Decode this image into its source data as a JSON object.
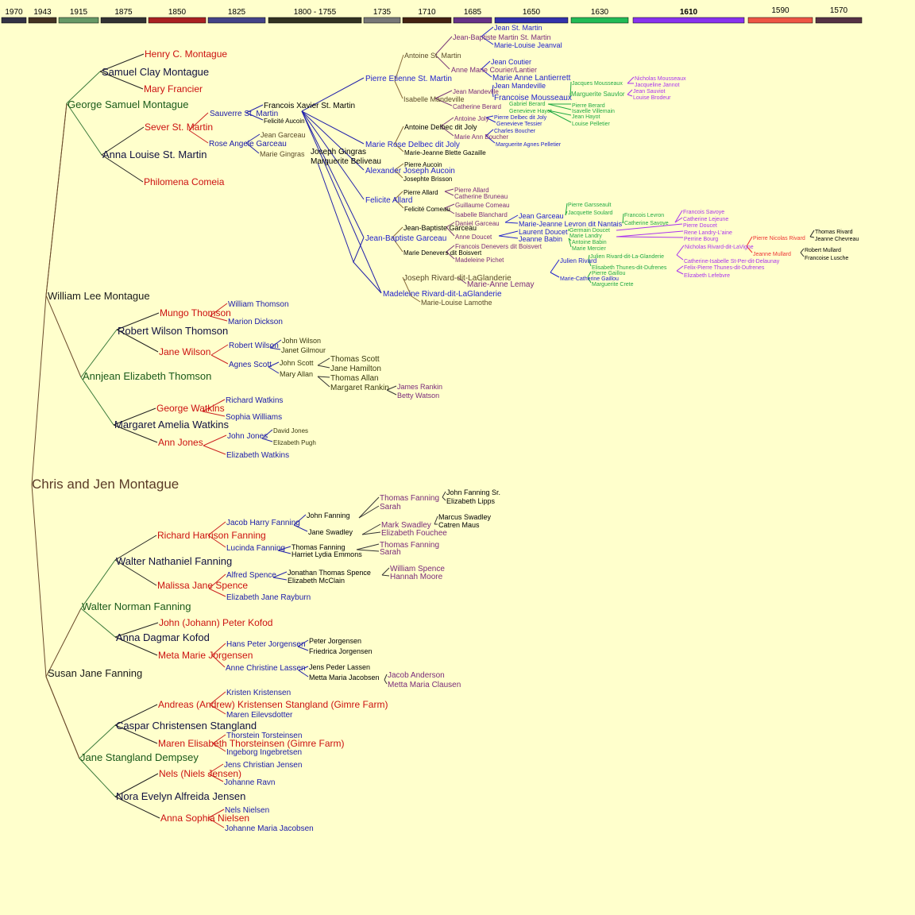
{
  "timeline": [
    {
      "label": "1970",
      "color": "#333344"
    },
    {
      "label": "1943",
      "color": "#443322"
    },
    {
      "label": "1915",
      "color": "#669966"
    },
    {
      "label": "1875",
      "color": "#333333"
    },
    {
      "label": "1850",
      "color": "#aa2222"
    },
    {
      "label": "1825",
      "color": "#444488"
    },
    {
      "label": "1800 - 1755",
      "color": "#333322"
    },
    {
      "label": "1735",
      "color": "#777777"
    },
    {
      "label": "1710",
      "color": "#442211"
    },
    {
      "label": "1685",
      "color": "#663388"
    },
    {
      "label": "1650",
      "color": "#3333aa"
    },
    {
      "label": "1630",
      "color": "#22bb55"
    },
    {
      "label": "1610",
      "color": "#8833ee"
    },
    {
      "label": "1590",
      "color": "#ee5544"
    },
    {
      "label": "1570",
      "color": "#553344"
    }
  ],
  "gen_colors": {
    "g0": "#5a3a28",
    "g1": "#1a1a1a",
    "g2": "#1a5a1a",
    "g3": "#101040",
    "g4": "#cc1111",
    "g5": "#1a1aaa",
    "g6": "#3a3a10",
    "g7": "#5a4a28",
    "g8": "#7a2a7a",
    "g9": "#2222cc",
    "g10": "#22aa44",
    "g11": "#aa33ee",
    "g12": "#ee3333",
    "g13": "#000000"
  },
  "people": [
    {
      "id": "chris",
      "name": "Chris and Jen Montague",
      "g": "g0"
    },
    {
      "id": "wlm",
      "name": "William Lee Montague",
      "g": "g1"
    },
    {
      "id": "sjf",
      "name": "Susan Jane Fanning",
      "g": "g1"
    },
    {
      "id": "gsm",
      "name": "George Samuel Montague",
      "g": "g2"
    },
    {
      "id": "aet",
      "name": "Annjean Elizabeth Thomson",
      "g": "g2"
    },
    {
      "id": "wnf",
      "name": "Walter Norman Fanning",
      "g": "g2"
    },
    {
      "id": "jsd",
      "name": "Jane Stangland Dempsey",
      "g": "g2"
    },
    {
      "id": "scm",
      "name": "Samuel Clay Montague",
      "g": "g3"
    },
    {
      "id": "alsm",
      "name": "Anna Louise St. Martin",
      "g": "g3"
    },
    {
      "id": "rwt",
      "name": "Robert Wilson Thomson",
      "g": "g3"
    },
    {
      "id": "maw",
      "name": "Margaret Amelia Watkins",
      "g": "g3"
    },
    {
      "id": "wnaf",
      "name": "Walter Nathaniel Fanning",
      "g": "g3"
    },
    {
      "id": "adk",
      "name": "Anna Dagmar Kofod",
      "g": "g3"
    },
    {
      "id": "ccs",
      "name": "Caspar Christensen Stangland",
      "g": "g3"
    },
    {
      "id": "nefj",
      "name": "Nora Evelyn Alfreida Jensen",
      "g": "g3"
    },
    {
      "id": "hcm",
      "name": "Henry C. Montague",
      "g": "g4"
    },
    {
      "id": "mf",
      "name": "Mary Francier",
      "g": "g4"
    },
    {
      "id": "ssm",
      "name": "Sever St. Martin",
      "g": "g4"
    },
    {
      "id": "pc",
      "name": "Philomena Comeia",
      "g": "g4"
    },
    {
      "id": "mt",
      "name": "Mungo Thomson",
      "g": "g4"
    },
    {
      "id": "jw",
      "name": "Jane Wilson",
      "g": "g4"
    },
    {
      "id": "gw",
      "name": "George Watkins",
      "g": "g4"
    },
    {
      "id": "aj",
      "name": "Ann Jones",
      "g": "g4"
    },
    {
      "id": "rhf",
      "name": "Richard Harrison Fanning",
      "g": "g4"
    },
    {
      "id": "mjs",
      "name": "Malissa Jane Spence",
      "g": "g4"
    },
    {
      "id": "jpk",
      "name": "John (Johann) Peter Kofod",
      "g": "g4"
    },
    {
      "id": "mmj",
      "name": "Meta Marie Jorgensen",
      "g": "g4"
    },
    {
      "id": "aks",
      "name": "Andreas (Andrew) Kristensen Stangland (Gimre Farm)",
      "g": "g4"
    },
    {
      "id": "met",
      "name": "Maren Elisabeth Thorsteinsen (Gimre Farm)",
      "g": "g4"
    },
    {
      "id": "nj",
      "name": "Nels (Niels Jensen)",
      "g": "g4"
    },
    {
      "id": "asn",
      "name": "Anna Sophia Nielsen",
      "g": "g4"
    },
    {
      "id": "ssmart",
      "name": "Sauverre St. Martin",
      "g": "g5"
    },
    {
      "id": "rag",
      "name": "Rose Angele Garceau",
      "g": "g5"
    },
    {
      "id": "wt",
      "name": "William Thomson",
      "g": "g5"
    },
    {
      "id": "md",
      "name": "Marion Dickson",
      "g": "g5"
    },
    {
      "id": "rw",
      "name": "Robert Wilson",
      "g": "g5"
    },
    {
      "id": "as",
      "name": "Agnes Scott",
      "g": "g5"
    },
    {
      "id": "rwat",
      "name": "Richard Watkins",
      "g": "g5"
    },
    {
      "id": "sw",
      "name": "Sophia Williams",
      "g": "g5"
    },
    {
      "id": "jj",
      "name": "John Jones",
      "g": "g5"
    },
    {
      "id": "ew",
      "name": "Elizabeth Watkins",
      "g": "g5"
    },
    {
      "id": "jhf",
      "name": "Jacob Harry Fanning",
      "g": "g5"
    },
    {
      "id": "lf",
      "name": "Lucinda Fanning",
      "g": "g5"
    },
    {
      "id": "asp",
      "name": "Alfred Spence",
      "g": "g5"
    },
    {
      "id": "ejr",
      "name": "Elizabeth Jane Rayburn",
      "g": "g5"
    },
    {
      "id": "hpj",
      "name": "Hans Peter Jorgensen",
      "g": "g5"
    },
    {
      "id": "acl",
      "name": "Anne Christine Lassen",
      "g": "g5"
    },
    {
      "id": "kk",
      "name": "Kristen Kristensen",
      "g": "g5"
    },
    {
      "id": "me",
      "name": "Maren Eilevsdotter",
      "g": "g5"
    },
    {
      "id": "tt",
      "name": "Thorstein Torsteinsen",
      "g": "g5"
    },
    {
      "id": "ii",
      "name": "Ingeborg Ingebretsen",
      "g": "g5"
    },
    {
      "id": "jcj",
      "name": "Jens Christian Jensen",
      "g": "g5"
    },
    {
      "id": "jr",
      "name": "Johanne Ravn",
      "g": "g5"
    },
    {
      "id": "nn",
      "name": "Nels Nielsen",
      "g": "g5"
    },
    {
      "id": "jmj",
      "name": "Johanne Maria Jacobsen",
      "g": "g5"
    },
    {
      "id": "fxsm",
      "name": "Francois Xavier St. Martin",
      "g": "g13"
    },
    {
      "id": "fa",
      "name": "Felicité Aucoin",
      "g": "g13"
    },
    {
      "id": "jg",
      "name": "Jean Garceau",
      "g": "g7"
    },
    {
      "id": "mg",
      "name": "Marie Gingras",
      "g": "g7"
    },
    {
      "id": "jwil",
      "name": "John Wilson",
      "g": "g6"
    },
    {
      "id": "jgil",
      "name": "Janet Gilmour",
      "g": "g6"
    },
    {
      "id": "js",
      "name": "John Scott",
      "g": "g6"
    },
    {
      "id": "ma",
      "name": "Mary Allan",
      "g": "g6"
    },
    {
      "id": "dj",
      "name": "David Jones",
      "g": "g6"
    },
    {
      "id": "ep",
      "name": "Elizabeth Pugh",
      "g": "g6"
    },
    {
      "id": "jfan",
      "name": "John Fanning",
      "g": "g13"
    },
    {
      "id": "jswad",
      "name": "Jane Swadley",
      "g": "g13"
    },
    {
      "id": "tfan",
      "name": "Thomas Fanning",
      "g": "g13"
    },
    {
      "id": "hle",
      "name": "Harriet Lydia Emmons",
      "g": "g13"
    },
    {
      "id": "jts",
      "name": "Jonathan Thomas Spence",
      "g": "g13"
    },
    {
      "id": "emc",
      "name": "Elizabeth McClain",
      "g": "g13"
    },
    {
      "id": "pj",
      "name": "Peter Jorgensen",
      "g": "g13"
    },
    {
      "id": "fj",
      "name": "Friedrica Jorgensen",
      "g": "g13"
    },
    {
      "id": "jpl",
      "name": "Jens Peder Lassen",
      "g": "g13"
    },
    {
      "id": "mmjac",
      "name": "Metta Maria Jacobsen",
      "g": "g13"
    },
    {
      "id": "tscott",
      "name": "Thomas Scott",
      "g": "g6"
    },
    {
      "id": "jham",
      "name": "Jane Hamilton",
      "g": "g6"
    },
    {
      "id": "tallan",
      "name": "Thomas Allan",
      "g": "g6"
    },
    {
      "id": "mrank",
      "name": "Margaret Rankin",
      "g": "g6"
    },
    {
      "id": "jrank",
      "name": "James Rankin",
      "g": "g8"
    },
    {
      "id": "bwat",
      "name": "Betty Watson",
      "g": "g8"
    },
    {
      "id": "tfan2",
      "name": "Thomas Fanning",
      "g": "g8"
    },
    {
      "id": "sarah1",
      "name": "Sarah",
      "g": "g8"
    },
    {
      "id": "msw",
      "name": "Mark Swadley",
      "g": "g8"
    },
    {
      "id": "efou",
      "name": "Elizabeth Fouchee",
      "g": "g8"
    },
    {
      "id": "tfan3",
      "name": "Thomas Fanning",
      "g": "g8"
    },
    {
      "id": "sarah2",
      "name": "Sarah",
      "g": "g8"
    },
    {
      "id": "wsp",
      "name": "William Spence",
      "g": "g8"
    },
    {
      "id": "hmoo",
      "name": "Hannah Moore",
      "g": "g8"
    },
    {
      "id": "jand",
      "name": "Jacob Anderson",
      "g": "g8"
    },
    {
      "id": "mmcl",
      "name": "Metta Maria Clausen",
      "g": "g8"
    },
    {
      "id": "jfsr",
      "name": "John Fanning Sr.",
      "g": "g13"
    },
    {
      "id": "elip",
      "name": "Elizabeth Lipps",
      "g": "g13"
    },
    {
      "id": "mswad",
      "name": "Marcus Swadley",
      "g": "g13"
    },
    {
      "id": "cmaus",
      "name": "Catren Maus",
      "g": "g13"
    },
    {
      "id": "pesm",
      "name": "Pierre Etienne St. Martin",
      "g": "g9"
    },
    {
      "id": "mrdj",
      "name": "Marie Rose Delbec dit Joly",
      "g": "g9"
    },
    {
      "id": "jgin",
      "name": "Joseph Gingras",
      "g": "g13"
    },
    {
      "id": "mbel",
      "name": "Marguerite Beliveau",
      "g": "g13"
    },
    {
      "id": "aja",
      "name": "Alexander Joseph Aucoin",
      "g": "g9"
    },
    {
      "id": "falla",
      "name": "Felicite Allard",
      "g": "g9"
    },
    {
      "id": "jbg",
      "name": "Jean-Baptiste Garceau",
      "g": "g9"
    },
    {
      "id": "mrdlg",
      "name": "Madeleine Rivard-dit-LaGlanderie",
      "g": "g9"
    },
    {
      "id": "astm",
      "name": "Antoine St. Martin",
      "g": "g7"
    },
    {
      "id": "imand",
      "name": "Isabelle Mandeville",
      "g": "g7"
    },
    {
      "id": "adj",
      "name": "Antoine Delbec dit Joly",
      "g": "g13"
    },
    {
      "id": "mjbg",
      "name": "Marie-Jeanne Blette Gazaille",
      "g": "g13"
    },
    {
      "id": "paucoin",
      "name": "Pierre Aucoin",
      "g": "g13"
    },
    {
      "id": "jbris",
      "name": "Josephte Brisson",
      "g": "g13"
    },
    {
      "id": "palla",
      "name": "Pierre Allard",
      "g": "g13"
    },
    {
      "id": "fcom",
      "name": "Felicité Comeau",
      "g": "g13"
    },
    {
      "id": "jbg2",
      "name": "Jean-Baptiste Garceau",
      "g": "g13"
    },
    {
      "id": "mdb",
      "name": "Marie Denevers dit Boisvert",
      "g": "g13"
    },
    {
      "id": "jrdlg",
      "name": "Joseph Rivard-dit-LaGlanderie",
      "g": "g7"
    },
    {
      "id": "mll",
      "name": "Marie-Louise Lamothe",
      "g": "g7"
    },
    {
      "id": "jsm",
      "name": "Jean St. Martin",
      "g": "g9"
    },
    {
      "id": "jbmsm",
      "name": "Jean-Baptiste Martin St. Martin",
      "g": "g8"
    },
    {
      "id": "mlj",
      "name": "Marie-Louise Jeanval",
      "g": "g9"
    },
    {
      "id": "amcl",
      "name": "Anne Marie Courier/Lantier",
      "g": "g8"
    },
    {
      "id": "jcou",
      "name": "Jean Coutier",
      "g": "g9"
    },
    {
      "id": "mal",
      "name": "Marie Anne Lantierrett",
      "g": "g9"
    },
    {
      "id": "jmand",
      "name": "Jean Mandeville",
      "g": "g8"
    },
    {
      "id": "jmand2",
      "name": "Jean Mandeville",
      "g": "g9"
    },
    {
      "id": "fmous",
      "name": "Francoise Mousseaux",
      "g": "g9"
    },
    {
      "id": "cber",
      "name": "Catherine Berard",
      "g": "g8"
    },
    {
      "id": "ajol",
      "name": "Antoine Joly",
      "g": "g8"
    },
    {
      "id": "mabou",
      "name": "Marie Ann Boucher",
      "g": "g8"
    },
    {
      "id": "paucoin2",
      "name": "Pierre Allard",
      "g": "g8"
    },
    {
      "id": "cbru",
      "name": "Catherine Bruneau",
      "g": "g8"
    },
    {
      "id": "gcom",
      "name": "Guillaume Comeau",
      "g": "g8"
    },
    {
      "id": "iblan",
      "name": "Isabelle Blanchard",
      "g": "g8"
    },
    {
      "id": "dgar",
      "name": "Daniel Garceau",
      "g": "g8"
    },
    {
      "id": "adou",
      "name": "Anne Doucet",
      "g": "g8"
    },
    {
      "id": "fdb",
      "name": "Francois Denevers dit Boisvert",
      "g": "g8"
    },
    {
      "id": "mpic",
      "name": "Madeleine Pichet",
      "g": "g8"
    },
    {
      "id": "mal2",
      "name": "Marie-Anne Lemay",
      "g": "g8"
    },
    {
      "id": "jmous",
      "name": "Jacques Mousseaux",
      "g": "g10"
    },
    {
      "id": "msau",
      "name": "Marguerite Sauvlor",
      "g": "g10"
    },
    {
      "id": "gber",
      "name": "Gabriel Berard",
      "g": "g10"
    },
    {
      "id": "ghay",
      "name": "Genevieve Hayot",
      "g": "g10"
    },
    {
      "id": "pdj",
      "name": "Pierre Delbec dit Joly",
      "g": "g9"
    },
    {
      "id": "gtes",
      "name": "Genevieve Tessier",
      "g": "g9"
    },
    {
      "id": "cbou",
      "name": "Charles Boucher",
      "g": "g9"
    },
    {
      "id": "mapel",
      "name": "Marguerite Agnes Pelletier",
      "g": "g9"
    },
    {
      "id": "jgar",
      "name": "Jean Garceau",
      "g": "g9"
    },
    {
      "id": "mjln",
      "name": "Marie-Jeanne Levron dit Nantais",
      "g": "g9"
    },
    {
      "id": "ldou",
      "name": "Laurent Doucet",
      "g": "g9"
    },
    {
      "id": "jbab",
      "name": "Jeanne Babin",
      "g": "g9"
    },
    {
      "id": "jriv",
      "name": "Julien Rivard",
      "g": "g9"
    },
    {
      "id": "mcg",
      "name": "Marie-Catherine Gaillou",
      "g": "g9"
    },
    {
      "id": "nmous",
      "name": "Nicholas Mousseaux",
      "g": "g11"
    },
    {
      "id": "jjan",
      "name": "Jacqueline Jannot",
      "g": "g11"
    },
    {
      "id": "jsau",
      "name": "Jean Sauviot",
      "g": "g11"
    },
    {
      "id": "lbro",
      "name": "Louise Brodeur",
      "g": "g11"
    },
    {
      "id": "pber",
      "name": "Pierre Berard",
      "g": "g10"
    },
    {
      "id": "ivil",
      "name": "Isavelle Villemain",
      "g": "g10"
    },
    {
      "id": "jhay",
      "name": "Jean Hayot",
      "g": "g10"
    },
    {
      "id": "lpel",
      "name": "Louise Pelletier",
      "g": "g10"
    },
    {
      "id": "pgar",
      "name": "Pierre Garsseault",
      "g": "g10"
    },
    {
      "id": "jsou",
      "name": "Jacquette Soulard",
      "g": "g10"
    },
    {
      "id": "flev",
      "name": "Francois Levron",
      "g": "g10"
    },
    {
      "id": "csav",
      "name": "Catherine Savoye",
      "g": "g10"
    },
    {
      "id": "gdou",
      "name": "Germain Doucet",
      "g": "g10"
    },
    {
      "id": "mlan",
      "name": "Marie Landry",
      "g": "g10"
    },
    {
      "id": "abab",
      "name": "Antoine Babin",
      "g": "g10"
    },
    {
      "id": "mmer",
      "name": "Marie Mercier",
      "g": "g10"
    },
    {
      "id": "jrdlg2",
      "name": "Julien Rivard-dit-La-Glanderie",
      "g": "g10"
    },
    {
      "id": "etd",
      "name": "Elisabeth Thunes-dit-Dufrenes",
      "g": "g10"
    },
    {
      "id": "pgai",
      "name": "Pierre Gaillou",
      "g": "g10"
    },
    {
      "id": "mcre",
      "name": "Marguerite Crete",
      "g": "g10"
    },
    {
      "id": "fsav",
      "name": "Francois Savoye",
      "g": "g11"
    },
    {
      "id": "clej",
      "name": "Catherine Lejeune",
      "g": "g11"
    },
    {
      "id": "pdou",
      "name": "Pierre Doucet",
      "g": "g11"
    },
    {
      "id": "rll",
      "name": "Rene Landry-L'aine",
      "g": "g11"
    },
    {
      "id": "pbou",
      "name": "Perrine Bourg",
      "g": "g11"
    },
    {
      "id": "nrdl",
      "name": "Nicholas Rivard-dit-LaVigne",
      "g": "g11"
    },
    {
      "id": "cisd",
      "name": "Catherine-Isabelle St-Per-dit-Delaunay",
      "g": "g11"
    },
    {
      "id": "fptd",
      "name": "Felix-Pierre Thunes-dit-Dufrenes",
      "g": "g11"
    },
    {
      "id": "elef",
      "name": "Elizabeth Lefebvre",
      "g": "g11"
    },
    {
      "id": "pnr",
      "name": "Pierre Nicolas Rivard",
      "g": "g12"
    },
    {
      "id": "jmul",
      "name": "Jeanne Mullard",
      "g": "g12"
    },
    {
      "id": "triv",
      "name": "Thomas Rivard",
      "g": "g13"
    },
    {
      "id": "jchev",
      "name": "Jeanne Chevreau",
      "g": "g13"
    },
    {
      "id": "rmul",
      "name": "Robert Mullard",
      "g": "g13"
    },
    {
      "id": "flus",
      "name": "Francoise Lusche",
      "g": "g13"
    }
  ]
}
